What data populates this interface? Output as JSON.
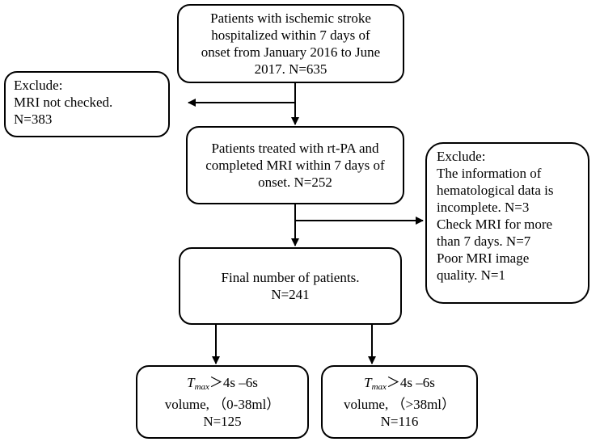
{
  "boxes": {
    "enrolled": {
      "lines": [
        "Patients with ischemic stroke",
        "hospitalized within 7 days of",
        "onset from January 2016 to June",
        "2017. N=635"
      ]
    },
    "exclude1": {
      "lines": [
        "Exclude:",
        "MRI not checked.",
        "N=383"
      ]
    },
    "treated": {
      "lines": [
        "Patients treated with rt-PA and",
        "completed MRI within  7 days of",
        "onset. N=252"
      ]
    },
    "exclude2": {
      "lines": [
        "Exclude:",
        "The information of",
        "hematological data is",
        "incomplete. N=3",
        "Check MRI for more",
        "than 7 days. N=7",
        "Poor MRI image",
        "quality.  N=1"
      ]
    },
    "final": {
      "lines": [
        "Final number of patients.",
        "N=241"
      ]
    },
    "group1": {
      "t_letter": "T",
      "t_sub": "max",
      "threshold": "＞4s –6s",
      "volume": "volume, （0-38ml）",
      "n": "N=125"
    },
    "group2": {
      "t_letter": "T",
      "t_sub": "max",
      "threshold": "＞4s –6s",
      "volume": "volume, （>38ml）",
      "n": "N=116"
    }
  }
}
